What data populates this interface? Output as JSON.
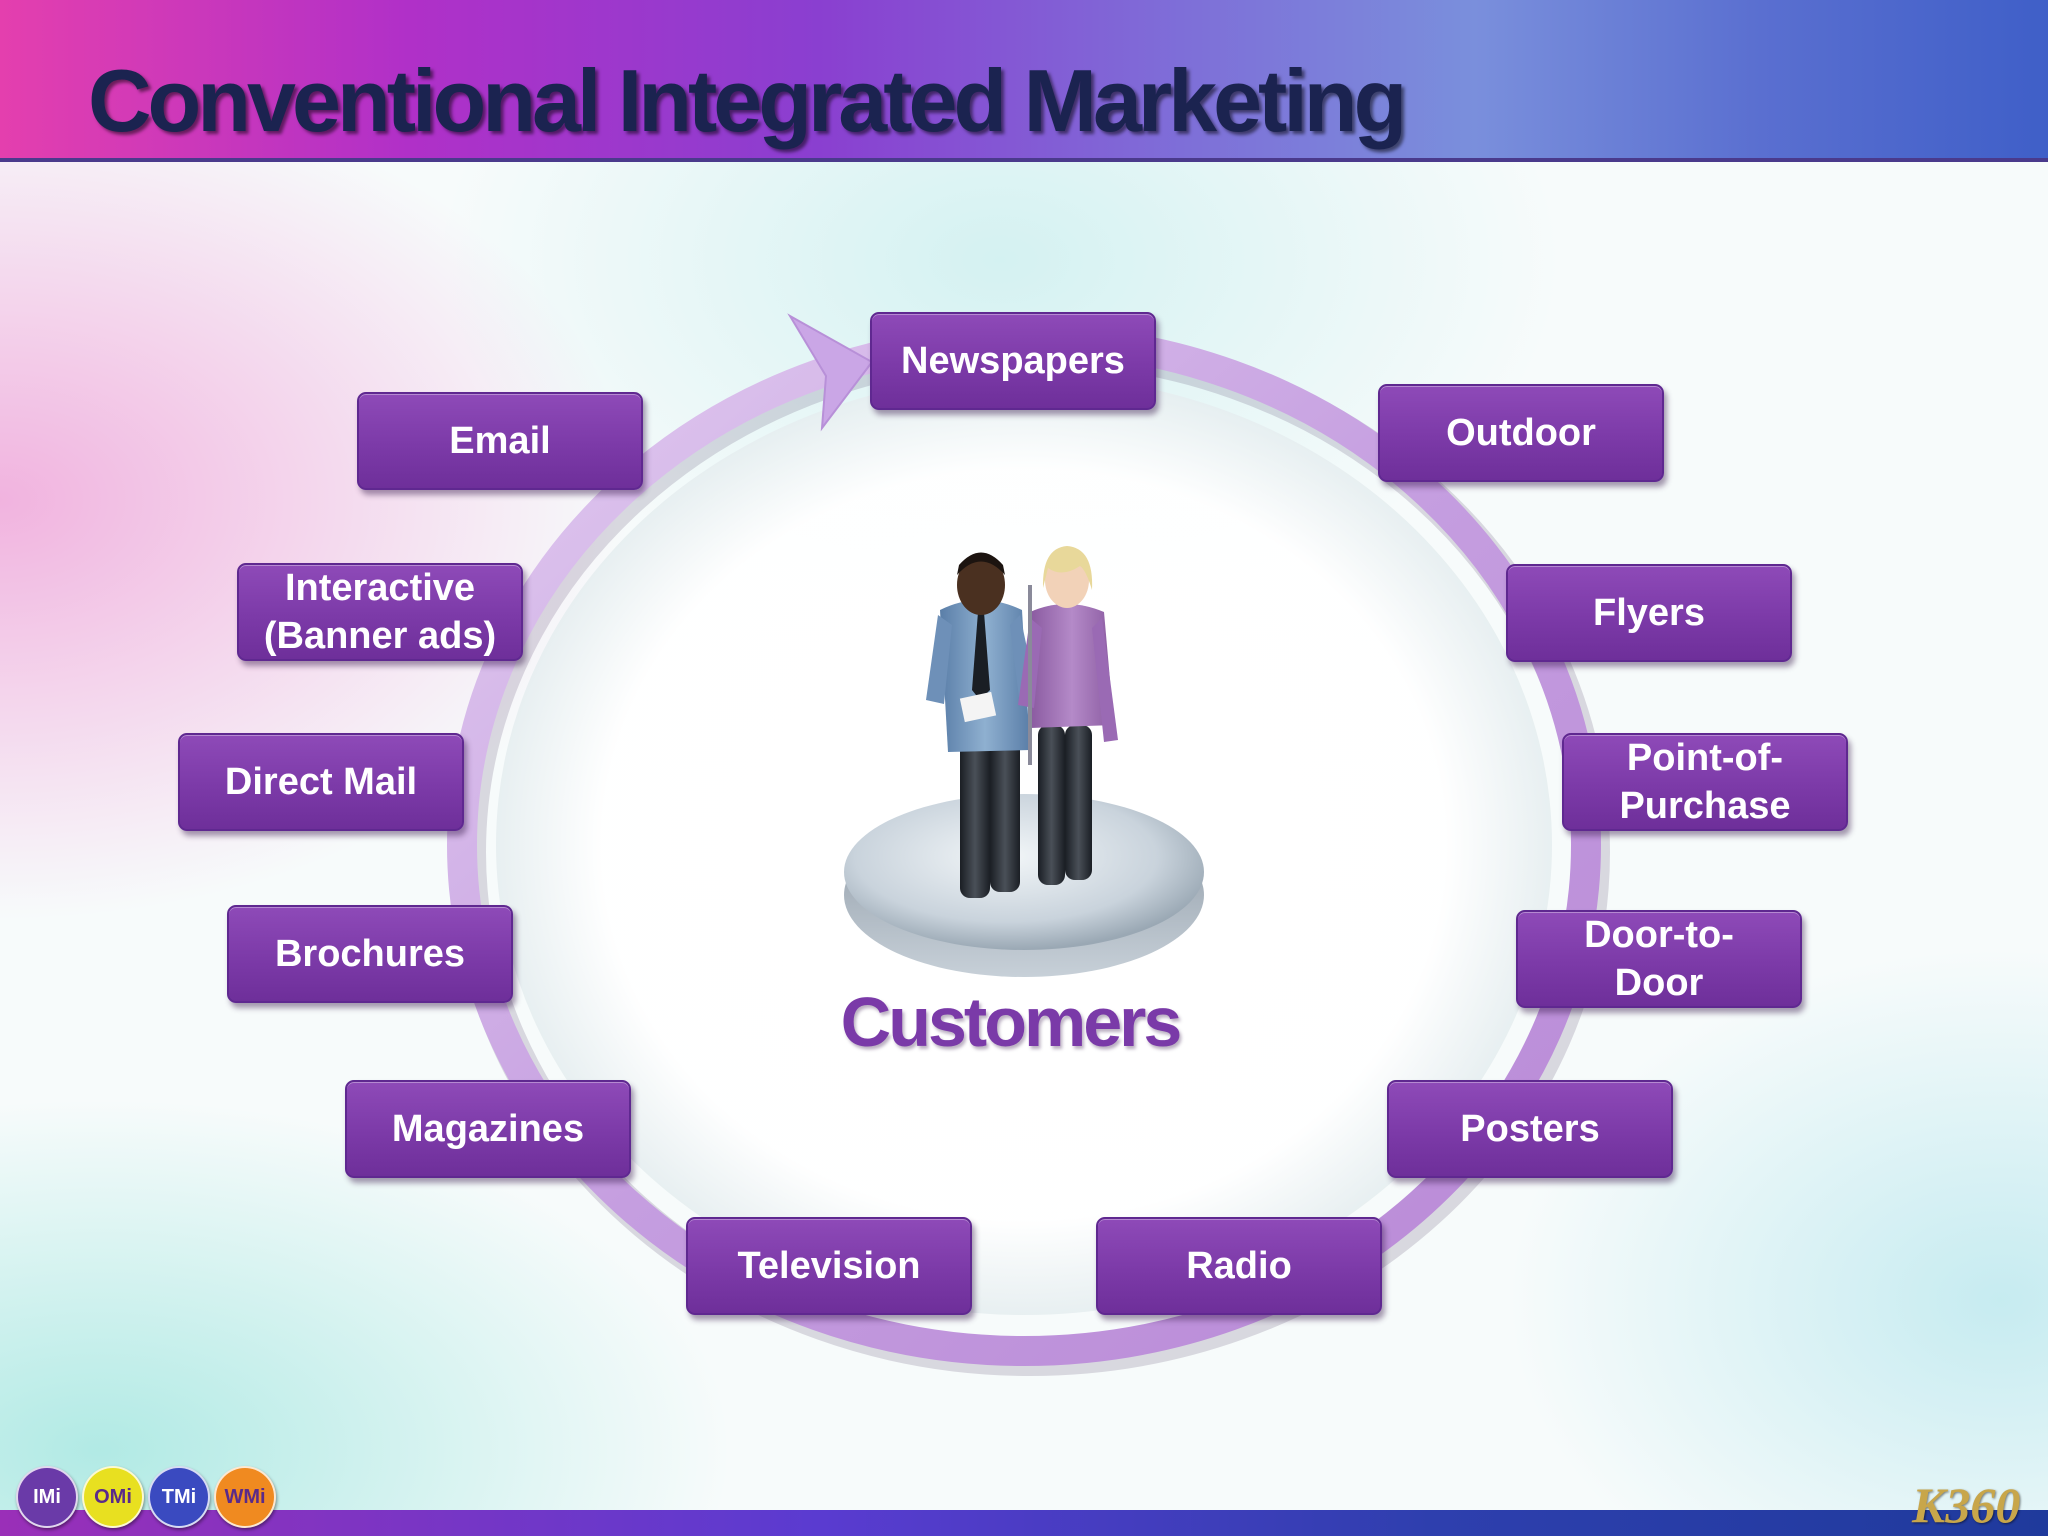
{
  "slide": {
    "title": "Conventional Integrated Marketing",
    "center_label": "Customers",
    "channels": [
      "Newspapers",
      "Outdoor",
      "Flyers",
      "Point-of-\nPurchase",
      "Door-to-\nDoor",
      "Posters",
      "Radio",
      "Television",
      "Magazines",
      "Brochures",
      "Direct Mail",
      "Interactive\n(Banner ads)",
      "Email"
    ]
  },
  "footer": {
    "logos": [
      {
        "text": "IMi",
        "bg": "#6a3aa8",
        "color": "#ffffff"
      },
      {
        "text": "OMi",
        "bg": "#e8e020",
        "color": "#5a2a8a"
      },
      {
        "text": "TMi",
        "bg": "#3a4ac0",
        "color": "#ffffff"
      },
      {
        "text": "WMi",
        "bg": "#f08a20",
        "color": "#5a2a8a"
      }
    ],
    "brand": "K360"
  },
  "colors": {
    "box": "#7c3aa8",
    "ring": "#c9a8e0",
    "title": "#1b2350"
  }
}
